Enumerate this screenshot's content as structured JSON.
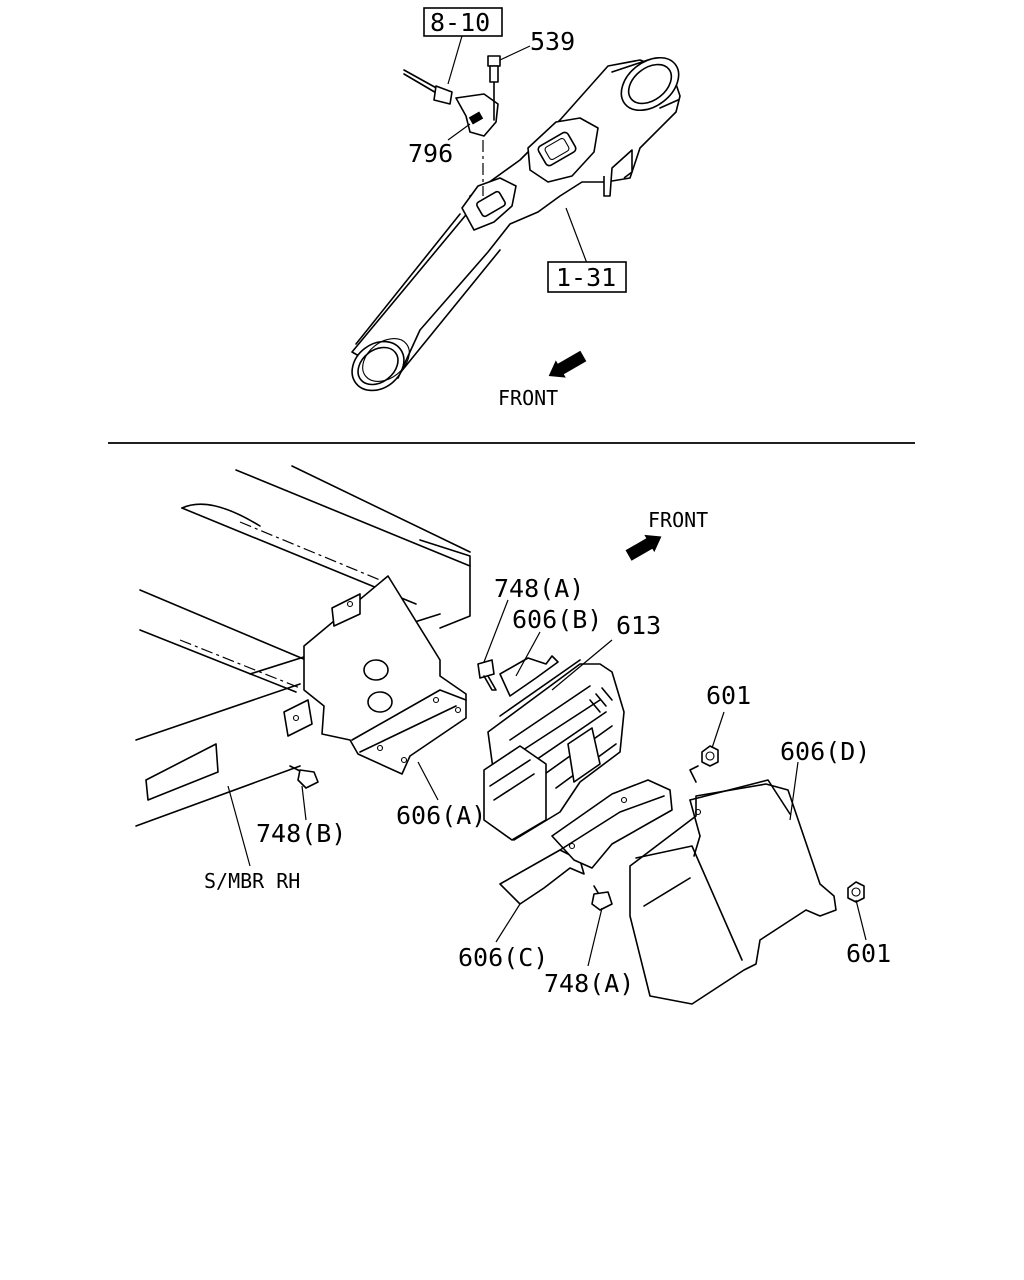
{
  "top_section": {
    "ref_box_8_10": "8-10",
    "ref_box_1_31": "1-31",
    "part_539": "539",
    "part_796": "796",
    "front_label": "FRONT"
  },
  "bottom_section": {
    "front_label": "FRONT",
    "part_748a_top": "748(A)",
    "part_606b": "606(B)",
    "part_613": "613",
    "part_601_top": "601",
    "part_606d": "606(D)",
    "part_606a": "606(A)",
    "part_748b": "748(B)",
    "frame_label": "S/MBR RH",
    "part_606c": "606(C)",
    "part_748a_bottom": "748(A)",
    "part_601_bottom": "601"
  },
  "icons": [
    "front-arrow-icon"
  ]
}
